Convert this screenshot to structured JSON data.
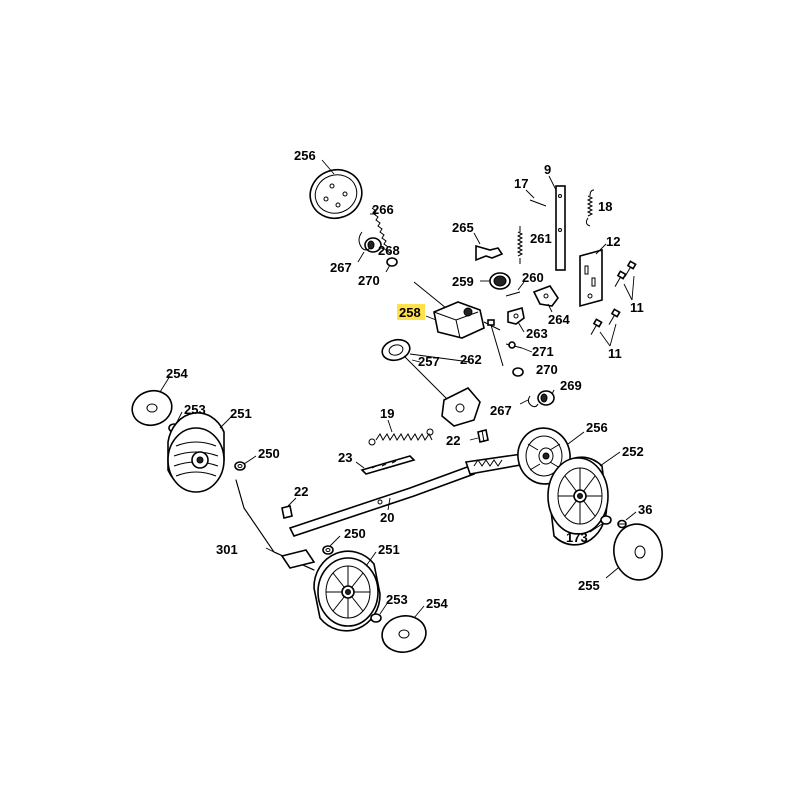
{
  "labels": {
    "l256a": "256",
    "l266": "266",
    "l268": "268",
    "l267a": "267",
    "l270a": "270",
    "l265": "265",
    "l261": "261",
    "l9": "9",
    "l17": "17",
    "l18": "18",
    "l12": "12",
    "l11a": "11",
    "l11b": "11",
    "l259": "259",
    "l260": "260",
    "l264": "264",
    "l258": "258",
    "l263": "263",
    "l262": "262",
    "l271": "271",
    "l270b": "270",
    "l269": "269",
    "l267b": "267",
    "l257": "257",
    "l254a": "254",
    "l253a": "253",
    "l251a": "251",
    "l250a": "250",
    "l19": "19",
    "l22a": "22",
    "l23": "23",
    "l22b": "22",
    "l20": "20",
    "l301": "301",
    "l250b": "250",
    "l251b": "251",
    "l253b": "253",
    "l254b": "254",
    "l256b": "256",
    "l252": "252",
    "l36": "36",
    "l173": "173",
    "l255": "255"
  },
  "highlight_color": "#ffe24a"
}
